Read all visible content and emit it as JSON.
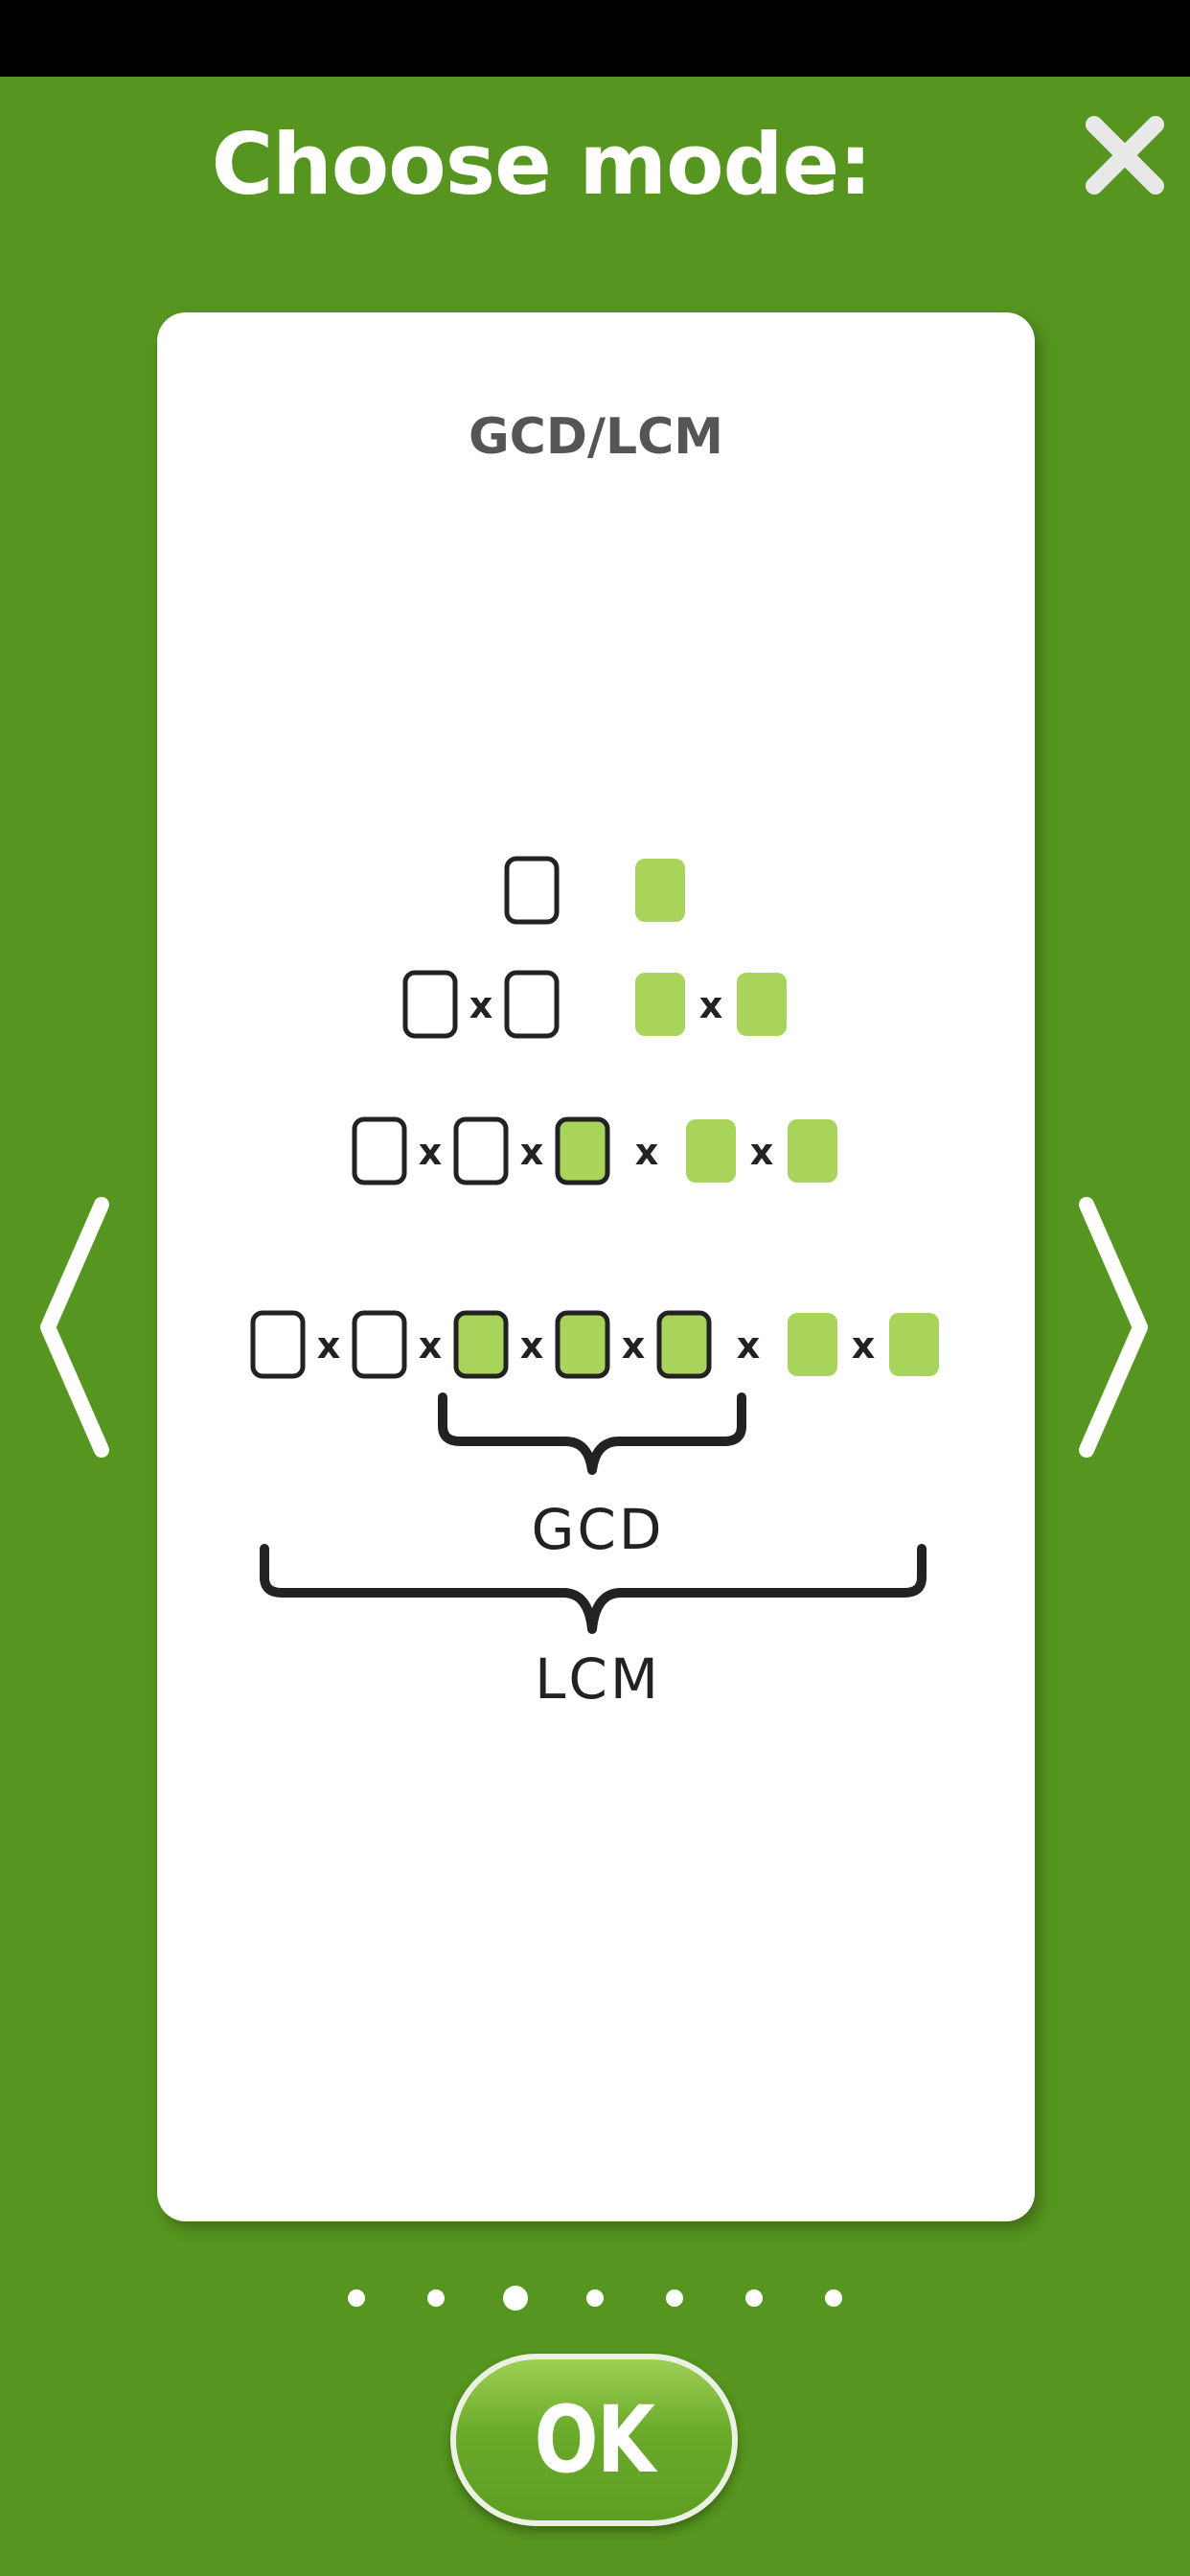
{
  "header": {
    "title": "Choose mode:",
    "close_icon": "close-x-icon"
  },
  "card": {
    "title": "GCD/LCM",
    "diagram": {
      "rows": [
        {
          "left": [
            "empty"
          ],
          "right": [
            "green"
          ]
        },
        {
          "left": [
            "empty",
            "empty"
          ],
          "right": [
            "green",
            "green"
          ]
        },
        {
          "left": [
            "empty",
            "empty",
            "green-outlined"
          ],
          "right": [
            "green",
            "green"
          ]
        },
        {
          "left": [
            "empty",
            "empty",
            "green-outlined",
            "green-outlined",
            "green-outlined"
          ],
          "right": [
            "green",
            "green"
          ]
        }
      ],
      "times_sign": "x",
      "gcd_label": "GCD",
      "lcm_label": "LCM"
    }
  },
  "navigation": {
    "prev_icon": "chevron-left-icon",
    "next_icon": "chevron-right-icon",
    "page_count": 7,
    "active_page": 3
  },
  "footer": {
    "ok_label": "OK"
  },
  "colors": {
    "background": "#56951f",
    "tile_green": "#a8d45c",
    "tile_outline": "#222222",
    "card": "#ffffff",
    "title_gray": "#555555"
  }
}
